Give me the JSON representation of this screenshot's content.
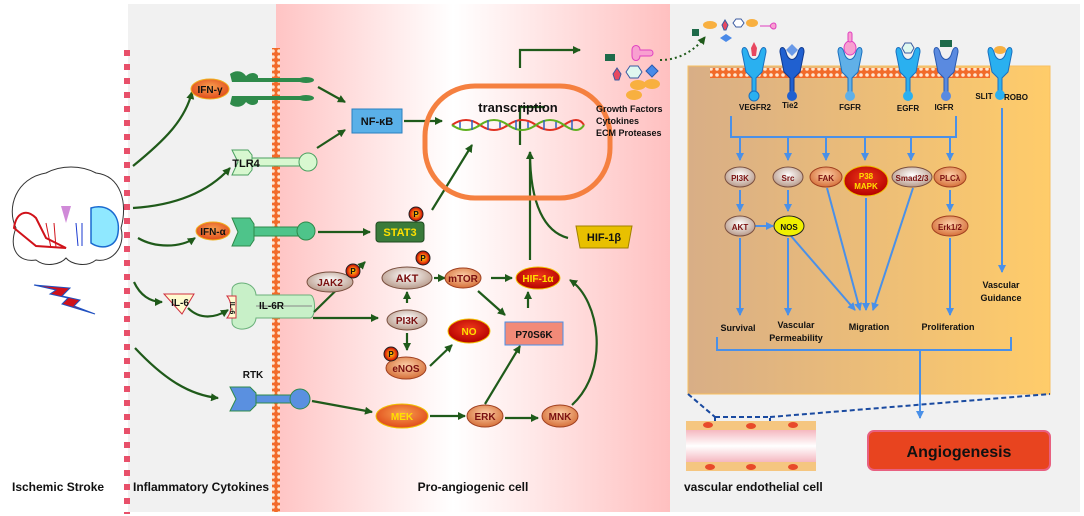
{
  "sections": {
    "ischemic_stroke": "Ischemic Stroke",
    "inflammatory_cytokines": "Inflammatory Cytokines",
    "pro_angiogenic_cell": "Pro-angiogenic cell",
    "vascular_endothelial_cell": "vascular endothelial cell"
  },
  "cytokines": {
    "ifn_gamma": "IFN-γ",
    "ifn_alpha": "IFN-α",
    "il6": "IL-6",
    "il6_bound": "IL-6"
  },
  "receptors": {
    "tlr4": "TLR4",
    "il6r": "IL-6R",
    "rtk": "RTK"
  },
  "pro_angiogenic": {
    "nfkb": "NF-κB",
    "transcription": "transcription",
    "stat3": "STAT3",
    "jak2": "JAK2",
    "akt": "AKT",
    "mtor": "mTOR",
    "hif1a": "HIF-1α",
    "hif1b": "HIF-1β",
    "pi3k": "PI3K",
    "no": "NO",
    "enos": "eNOS",
    "p70s6k": "P70S6K",
    "mek": "MEK",
    "erk": "ERK",
    "mnk": "MNK",
    "phospho": "P"
  },
  "secreted": {
    "line1": "Growth Factors",
    "line2": "Cytokines",
    "line3": "ECM Proteases"
  },
  "endothelial": {
    "receptors": [
      "VEGFR2",
      "Tie2",
      "FGFR",
      "EGFR",
      "IGFR"
    ],
    "slit": "SLIT",
    "robo": "ROBO",
    "pi3k": "PI3K",
    "src": "Src",
    "fak": "FAK",
    "p38_line1": "P38",
    "p38_line2": "MAPK",
    "smad": "Smad2/3",
    "plc": "PLCλ",
    "akt": "AKT",
    "nos": "NOS",
    "erk12": "Erk1/2",
    "survival": "Survival",
    "permeability_line1": "Vascular",
    "permeability_line2": "Permeability",
    "migration": "Migration",
    "proliferation": "Proliferation",
    "guidance_line1": "Vascular",
    "guidance_line2": "Guidance",
    "angiogenesis": "Angiogenesis"
  },
  "colors": {
    "arrow_green": "#1f5a1a",
    "arrow_blue": "#4a90e8",
    "membrane_orange": "#f26b2a",
    "dashed_pink": "#e8506a",
    "angiogenesis_red": "#e8441f"
  }
}
